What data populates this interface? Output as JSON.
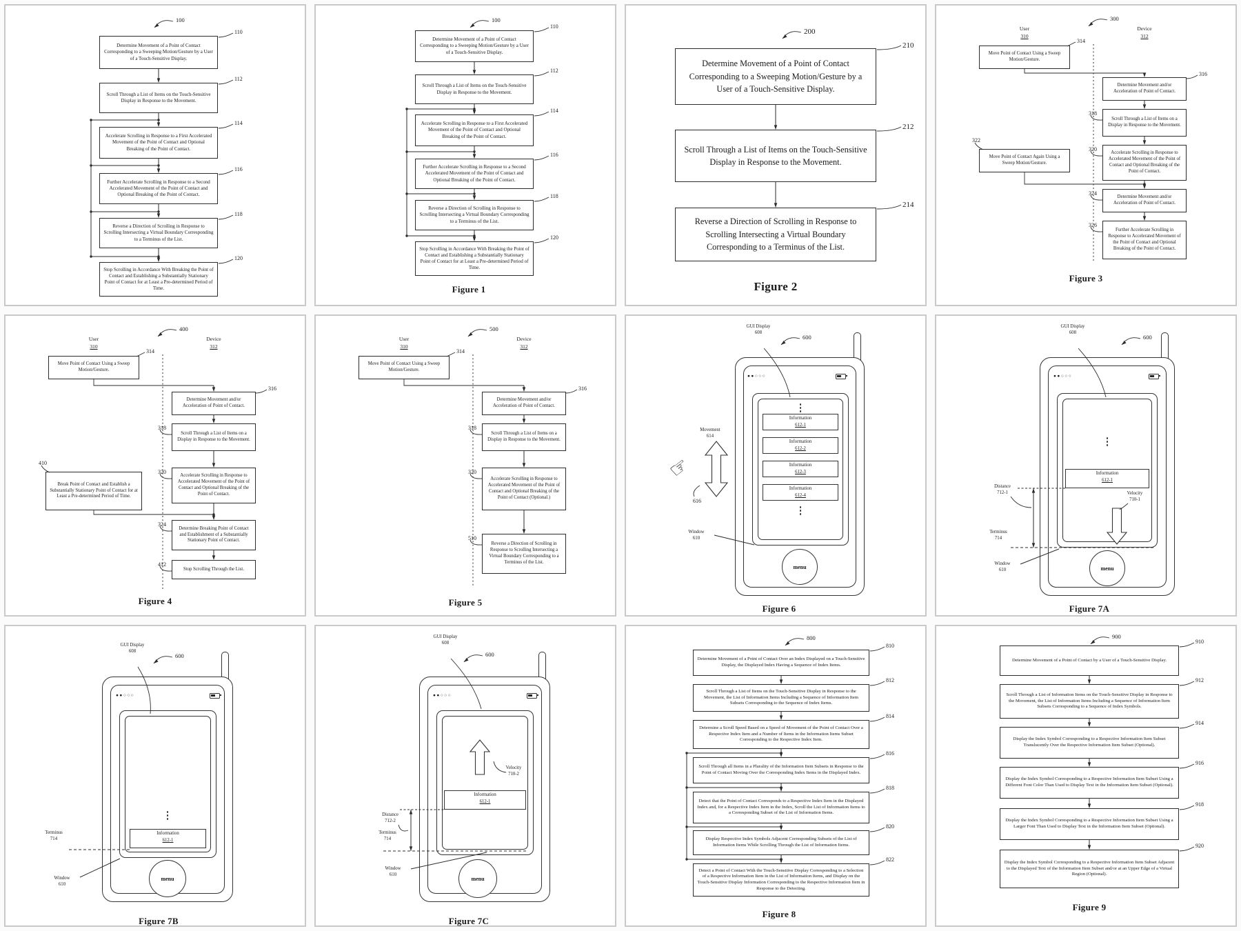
{
  "panels": [
    {
      "id": "fig1a",
      "kind": "flow",
      "ref": "100",
      "caption": "",
      "steps": [
        {
          "num": "110",
          "text": "Determine Movement of a Point of Contact Corresponding to a Sweeping Motion/Gesture by a User of a Touch-Sensitive Display."
        },
        {
          "num": "112",
          "text": "Scroll Through a List of Items on the Touch-Sensitive Display in Response to the Movement."
        },
        {
          "num": "114",
          "text": "Accelerate Scrolling in Response to a First Accelerated Movement of the Point of Contact and Optional Breaking of the Point of Contact."
        },
        {
          "num": "116",
          "text": "Further Accelerate Scrolling in Response to a Second Accelerated Movement of the Point of Contact and Optional Breaking of the Point of Contact."
        },
        {
          "num": "118",
          "text": "Reverse a Direction of Scrolling in Response to Scrolling Intersecting a Virtual Boundary Corresponding to a Terminus of the List."
        },
        {
          "num": "120",
          "text": "Stop Scrolling in Accordance With Breaking the Point of Contact and Establishing a Substantially Stationary Point of Contact for at Least a Pre-determined Period of Time."
        }
      ]
    },
    {
      "id": "fig1b",
      "kind": "flow",
      "ref": "100",
      "caption": "Figure 1",
      "steps": [
        {
          "num": "110",
          "text": "Determine Movement of a Point of Contact Corresponding to a Sweeping Motion/Gesture by a User of a Touch-Sensitive Display."
        },
        {
          "num": "112",
          "text": "Scroll Through a List of Items on the Touch-Sensitive Display in Response to the Movement."
        },
        {
          "num": "114",
          "text": "Accelerate Scrolling in Response to a First Accelerated Movement of the Point of Contact and Optional Breaking of the Point of Contact."
        },
        {
          "num": "116",
          "text": "Further Accelerate Scrolling in Response to a Second Accelerated Movement of the Point of Contact and Optional Breaking of the Point of Contact."
        },
        {
          "num": "118",
          "text": "Reverse a Direction of Scrolling in Response to Scrolling Intersecting a Virtual Boundary Corresponding to a Terminus of the List."
        },
        {
          "num": "120",
          "text": "Stop Scrolling in Accordance With Breaking the Point of Contact and Establishing a Substantially Stationary Point of Contact for at Least a Pre-determined Period of Time."
        }
      ]
    },
    {
      "id": "fig2",
      "kind": "flow",
      "ref": "200",
      "caption": "Figure 2",
      "steps": [
        {
          "num": "210",
          "text": "Determine Movement of a Point of Contact Corresponding to a Sweeping Motion/Gesture by a User of a Touch-Sensitive Display."
        },
        {
          "num": "212",
          "text": "Scroll Through a List of Items on the Touch-Sensitive Display in Response to the Movement."
        },
        {
          "num": "214",
          "text": "Reverse a Direction of Scrolling in Response to Scrolling Intersecting a Virtual Boundary Corresponding to a Terminus of the List."
        }
      ]
    },
    {
      "id": "fig3",
      "kind": "swim",
      "ref": "300",
      "caption": "Figure 3",
      "lanes": {
        "left": {
          "title": "User",
          "num": "310"
        },
        "right": {
          "title": "Device",
          "num": "312"
        }
      },
      "steps": [
        {
          "num": "314",
          "side": "user",
          "text": "Move Point of Contact Using a Sweep Motion/Gesture."
        },
        {
          "num": "316",
          "side": "device",
          "text": "Determine Movement and/or Acceleration of Point of Contact."
        },
        {
          "num": "318",
          "side": "device",
          "text": "Scroll Through a List of Items on a Display in Response to the Movement."
        },
        {
          "num": "320",
          "side": "device",
          "text": "Accelerate Scrolling in Response to Accelerated Movement of the Point of Contact and Optional Breaking of the Point of Contact."
        },
        {
          "num": "322",
          "side": "user",
          "text": "Move Point of Contact Again Using a Sweep Motion/Gesture."
        },
        {
          "num": "324",
          "side": "device",
          "text": "Determine Movement and/or Acceleration of Point of Contact."
        },
        {
          "num": "326",
          "side": "device",
          "text": "Further Accelerate Scrolling in Response to Accelerated Movement of the Point of Contact and Optional Breaking of the Point of Contact."
        }
      ]
    },
    {
      "id": "fig4",
      "kind": "swim",
      "ref": "400",
      "caption": "Figure 4",
      "lanes": {
        "left": {
          "title": "User",
          "num": "310"
        },
        "right": {
          "title": "Device",
          "num": "312"
        }
      },
      "steps": [
        {
          "num": "314",
          "side": "user",
          "text": "Move Point of Contact Using a Sweep Motion/Gesture."
        },
        {
          "num": "316",
          "side": "device",
          "text": "Determine Movement and/or Acceleration of Point of Contact."
        },
        {
          "num": "318",
          "side": "device",
          "text": "Scroll Through a List of Items on a Display in Response to the Movement."
        },
        {
          "num": "410",
          "side": "user",
          "text": "Break Point of Contact and Establish a Substantially Stationary Point of Contact for at Least a Pre-determined Period of Time."
        },
        {
          "num": "320",
          "side": "device",
          "text": "Accelerate Scrolling in Response to Accelerated Movement of the Point of Contact and Optional Breaking of the Point of Contact."
        },
        {
          "num": "324",
          "side": "device",
          "text": "Determine Breaking Point of Contact and Establishment of a Substantially Stationary Point of Contact."
        },
        {
          "num": "412",
          "side": "device",
          "text": "Stop Scrolling Through the List."
        }
      ]
    },
    {
      "id": "fig5",
      "kind": "swim",
      "ref": "500",
      "caption": "Figure 5",
      "lanes": {
        "left": {
          "title": "User",
          "num": "310"
        },
        "right": {
          "title": "Device",
          "num": "312"
        }
      },
      "steps": [
        {
          "num": "314",
          "side": "user",
          "text": "Move Point of Contact Using a Sweep Motion/Gesture."
        },
        {
          "num": "316",
          "side": "device",
          "text": "Determine Movement and/or Acceleration of Point of Contact."
        },
        {
          "num": "318",
          "side": "device",
          "text": "Scroll Through a List of Items on a Display in Response to the Movement."
        },
        {
          "num": "320",
          "side": "device",
          "text": "Accelerate Scrolling in Response to Accelerated Movement of the Point of Contact and Optional Breaking of the Point of Contact (Optional.)"
        },
        {
          "num": "510",
          "side": "device",
          "text": "Reverse a Direction of Scrolling in Response to Scrolling Intersecting a Virtual Boundary Corresponding to a Terminus of the List."
        }
      ]
    },
    {
      "id": "fig6",
      "kind": "phone",
      "ref": "600",
      "caption": "Figure 6",
      "labels": {
        "gui": {
          "text": "GUI Display",
          "num": "608"
        },
        "window": {
          "text": "Window",
          "num": "610"
        },
        "movement": {
          "text": "Movement",
          "num": "614"
        },
        "hand_num": "616",
        "signal": "●●○○○",
        "menu": "menu"
      },
      "items": [
        {
          "text": "Information",
          "num": "612-1"
        },
        {
          "text": "Information",
          "num": "612-2"
        },
        {
          "text": "Information",
          "num": "612-3"
        },
        {
          "text": "Information",
          "num": "612-4"
        }
      ]
    },
    {
      "id": "fig7a",
      "kind": "phone",
      "ref": "600",
      "caption": "Figure 7A",
      "labels": {
        "gui": {
          "text": "GUI Display",
          "num": "608"
        },
        "window": {
          "text": "Window",
          "num": "610"
        },
        "velocity": {
          "text": "Velocity",
          "num": "710-1"
        },
        "distance": {
          "text": "Distance",
          "num": "712-1"
        },
        "terminus": {
          "text": "Terminus",
          "num": "714"
        },
        "signal": "●●○○○",
        "menu": "menu"
      },
      "items": [
        {
          "text": "Information",
          "num": "612-1"
        }
      ]
    },
    {
      "id": "fig7b",
      "kind": "phone",
      "ref": "600",
      "caption": "Figure 7B",
      "labels": {
        "gui": {
          "text": "GUI Display",
          "num": "608"
        },
        "window": {
          "text": "Window",
          "num": "610"
        },
        "terminus": {
          "text": "Terminus",
          "num": "714"
        },
        "signal": "●●○○○",
        "menu": "menu"
      },
      "items": [
        {
          "text": "Information",
          "num": "612-1"
        }
      ]
    },
    {
      "id": "fig7c",
      "kind": "phone",
      "ref": "600",
      "caption": "Figure 7C",
      "labels": {
        "gui": {
          "text": "GUI Display",
          "num": "608"
        },
        "window": {
          "text": "Window",
          "num": "610"
        },
        "velocity": {
          "text": "Velocity",
          "num": "710-2"
        },
        "distance": {
          "text": "Distance",
          "num": "712-2"
        },
        "terminus": {
          "text": "Terminus",
          "num": "714"
        },
        "signal": "●●○○○",
        "menu": "menu"
      },
      "items": [
        {
          "text": "Information",
          "num": "612-1"
        }
      ]
    },
    {
      "id": "fig8",
      "kind": "flow",
      "ref": "800",
      "caption": "Figure 8",
      "steps": [
        {
          "num": "810",
          "text": "Determine Movement of a Point of Contact Over an Index Displayed on a Touch-Sensitive Display, the Displayed Index Having a Sequence of Index Items."
        },
        {
          "num": "812",
          "text": "Scroll Through a List of Items on the Touch-Sensitive Display in Response to the Movement, the List of Information Items Including a Sequence of Information Item Subsets Corresponding to the Sequence of Index Items."
        },
        {
          "num": "814",
          "text": "Determine a Scroll Speed Based on a Speed of Movement of the Point of Contact Over a Respective Index Item and a Number of Items in the Information Items Subset Corresponding to the Respective Index Item."
        },
        {
          "num": "816",
          "text": "Scroll Through all Items in a Plurality of the Information Item Subsets in Response to the Point of Contact Moving Over the Corresponding Index Items in the Displayed Index."
        },
        {
          "num": "818",
          "text": "Detect that the Point of Contact Corresponds to a Respective Index Item in the Displayed Index and, for a Respective Index Item in the Index, Scroll the List of Information Items to a Corresponding Subset of the List of Information Items."
        },
        {
          "num": "820",
          "text": "Display Respective Index Symbols Adjacent Corresponding Subsets of the List of Information Items While Scrolling Through the List of Information Items."
        },
        {
          "num": "822",
          "text": "Detect a Point of Contact With the Touch-Sensitive Display Corresponding to a Selection of a Respective Information Item in the List of Information Items, and Display on the Touch-Sensitive Display Information Corresponding to the Respective Information Item in Response to the Detecting."
        }
      ]
    },
    {
      "id": "fig9",
      "kind": "flow",
      "ref": "900",
      "caption": "Figure 9",
      "steps": [
        {
          "num": "910",
          "text": "Determine Movement of a Point of Contact by a User of a Touch-Sensitive Display."
        },
        {
          "num": "912",
          "text": "Scroll Through a List of Information Items on the Touch-Sensitive Display in Response to the Movement, the List of Information Items Including a Sequence of Information Item Subsets Corresponding to a Sequence of Index Symbols."
        },
        {
          "num": "914",
          "text": "Display the Index Symbol Corresponding to a Respective Information Item Subset Translucently Over the Respective Information Item Subset (Optional)."
        },
        {
          "num": "916",
          "text": "Display the Index Symbol Corresponding to a Respective Information Item Subset Using a Different Font Color Than Used to Display Text in the Information Item Subset (Optional)."
        },
        {
          "num": "918",
          "text": "Display the Index Symbol Corresponding to a Respective Information Item Subset Using a Larger Font Than Used to Display Text in the Information Item Subset (Optional)."
        },
        {
          "num": "920",
          "text": "Display the Index Symbol Corresponding to a Respective Information Item Subset Adjacent to the Displayed Text of the Information Item Subset and/or at an Upper Edge of a Virtual Region (Optional)."
        }
      ]
    }
  ]
}
